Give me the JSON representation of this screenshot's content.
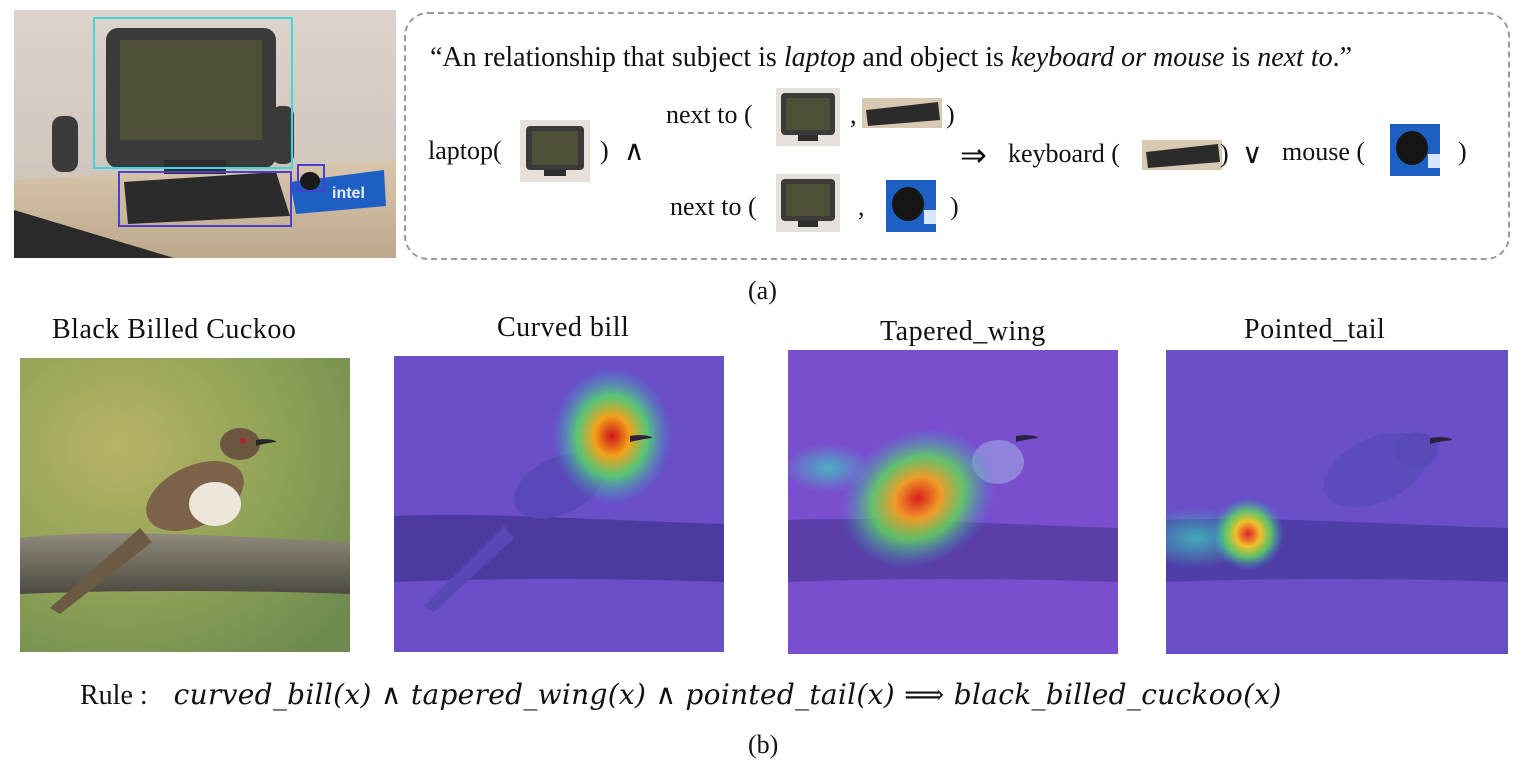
{
  "figure_a": {
    "quote_open": "“An relationship that subject is ",
    "subject": "laptop",
    "quote_mid": " and object is ",
    "object_a": "keyboard",
    "quote_or": "  or ",
    "object_b": "mouse",
    "quote_is": " is ",
    "relation": "next to",
    "quote_close": ".”",
    "laptop_term": "laptop(",
    "close_paren": ")",
    "and_symbol": "∧",
    "next_to_1": "next to (",
    "next_to_2": "next to (",
    "comma": ",",
    "implies_symbol": "⇒",
    "keyboard_term": "keyboard (",
    "or_symbol": "∨",
    "mouse_term": "mouse (",
    "caption": "(a)"
  },
  "figure_b": {
    "panel_titles": [
      "Black  Billed  Cuckoo",
      "Curved  bill",
      "Tapered_wing",
      "Pointed_tail"
    ],
    "rule_label": "Rule :",
    "rule_formula": "curved_bill(x) ∧ tapered_wing(x) ∧ pointed_tail(x) ⟹ black_billed_cuckoo(x)",
    "caption": "(b)"
  },
  "colors": {
    "laptop_box": "#3fd6e0",
    "keyboard_box": "#4b3fd0",
    "mouse_box": "#4b3fd0",
    "heatmap_base": "#6a4fc8",
    "dashed_border": "#9a9a9a"
  }
}
